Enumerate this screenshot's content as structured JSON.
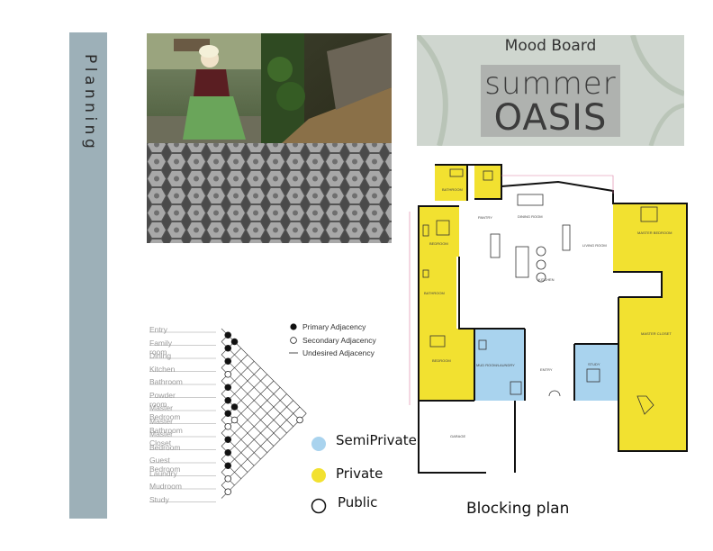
{
  "sidebar": {
    "title": "Planning"
  },
  "mood_board": {
    "title": "Mood Board",
    "logo_line1": "summer",
    "logo_line2": "OASIS"
  },
  "adjacency": {
    "rooms": [
      "Entry",
      "Family room",
      "Dining",
      "Kitchen",
      "Bathroom",
      "Powder room",
      "Master Bedroom",
      "Master Bathroom",
      "Master Closet",
      "Bedroom",
      "Guest Bedroom",
      "Laundry",
      "Mudroom",
      "Study"
    ],
    "legend": {
      "primary": "Primary Adjacency",
      "secondary": "Secondary Adjacency",
      "undesired": "Undesired Adjacency"
    }
  },
  "zones": {
    "semiprivate": "SemiPrivate",
    "private": "Private",
    "public": "Public"
  },
  "zone_colors": {
    "semiprivate": "#a9d3ee",
    "private": "#f2e130",
    "public": "#ffffff"
  },
  "plan": {
    "caption": "Blocking plan",
    "room_labels": {
      "bathroom_top": "BATHROOM",
      "bedroom_left": "BEDROOM",
      "bathroom_left": "BATHROOM",
      "bedroom_lower": "BEDROOM",
      "dining": "DINING ROOM",
      "pantry": "PANTRY",
      "living": "LIVING ROOM",
      "kitchen": "KITCHEN",
      "master_bedroom": "MASTER BEDROOM",
      "master_closet": "MASTER CLOSET",
      "mudroom": "MUD ROOM/LAUNDRY",
      "entry": "ENTRY",
      "study": "STUDY",
      "garage": "GARAGE"
    }
  }
}
